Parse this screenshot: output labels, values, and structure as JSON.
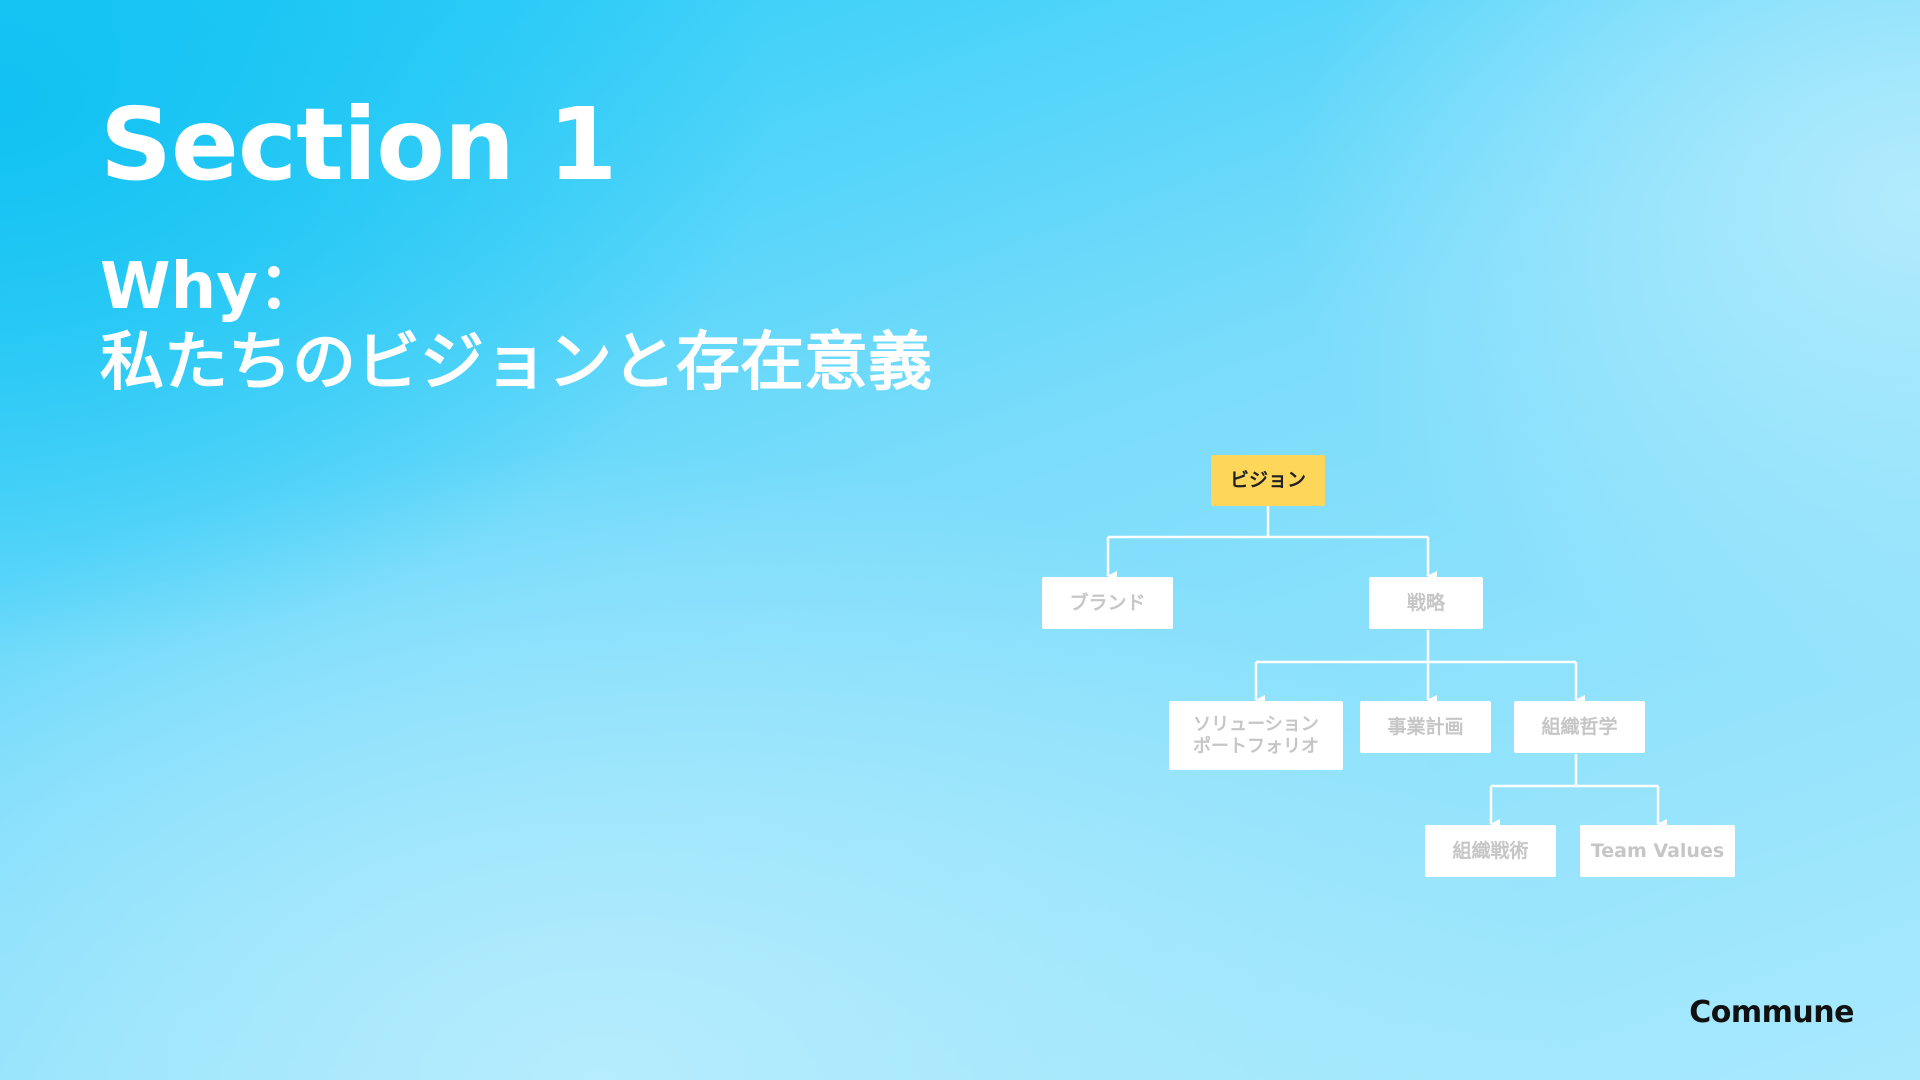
{
  "slide": {
    "title": "Section 1",
    "subtitle_line1": "Why：",
    "subtitle_line2": "私たちのビジョンと存在意義"
  },
  "diagram": {
    "nodes": {
      "vision": "ビジョン",
      "brand": "ブランド",
      "strategy": "戦略",
      "solution_line1": "ソリューション",
      "solution_line2": "ポートフォリオ",
      "business_plan": "事業計画",
      "org_philosophy": "組織哲学",
      "org_tactics": "組織戦術",
      "team_values": "Team Values"
    },
    "colors": {
      "root_fill": "#fdd65a",
      "node_fill": "#ffffff",
      "node_text": "#c6c6c6",
      "connector": "#ffffff"
    }
  },
  "brand": {
    "logo_text": "Commune"
  }
}
